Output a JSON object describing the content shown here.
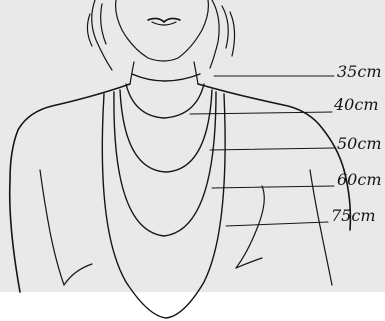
{
  "length_labels": {
    "choker": "35cm",
    "princess": "40cm",
    "matinee": "50cm",
    "opera": "60cm",
    "rope": "75cm"
  },
  "colors": {
    "background": "#e9e9e9",
    "ink": "#151515"
  }
}
